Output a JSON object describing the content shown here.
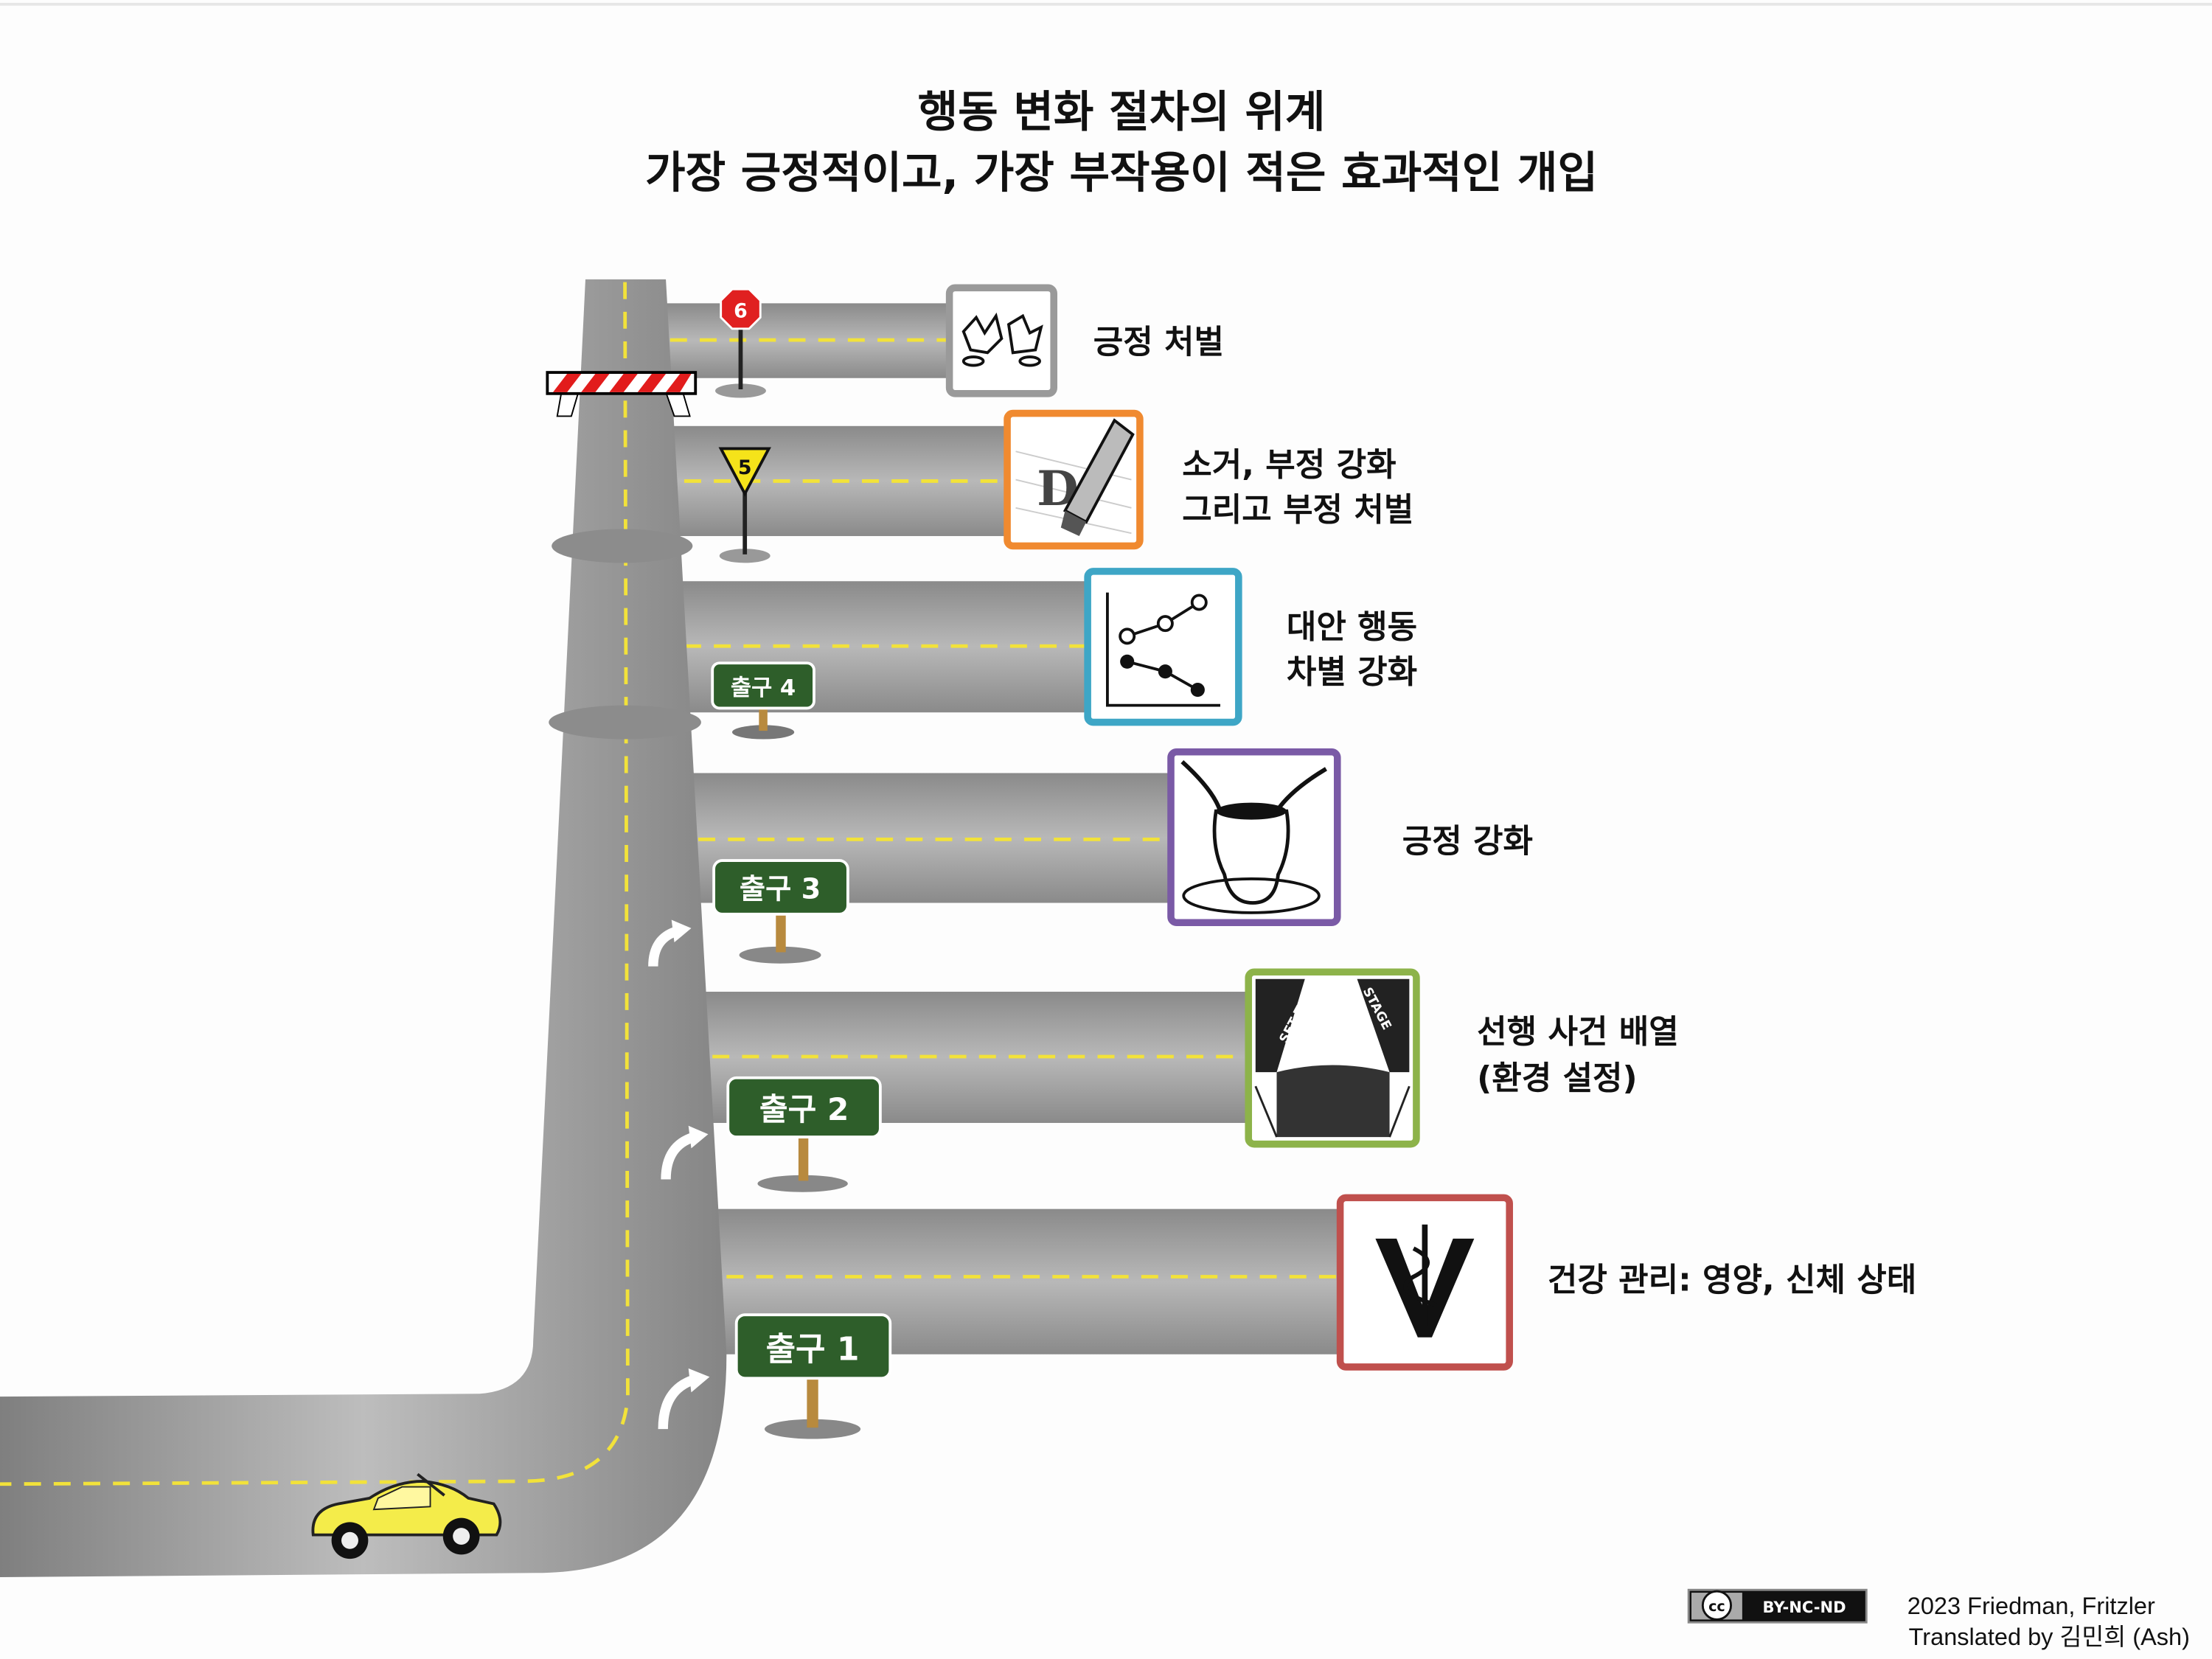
{
  "title": {
    "line1": "행동 변화 절차의 위계",
    "line2": "가장 긍정적이고, 가장 부작용이 적은 효과적인 개입"
  },
  "levels": [
    {
      "number": "6",
      "lines": [
        "긍정 처벌"
      ],
      "color": "#9a9a9a"
    },
    {
      "number": "5",
      "lines": [
        "소거, 부정 강화",
        "그리고 부정 처벌"
      ],
      "color": "#f08a30"
    },
    {
      "exit": "출구 4",
      "lines": [
        "대안 행동",
        "차별 강화"
      ],
      "color": "#3ea6c6"
    },
    {
      "exit": "출구 3",
      "lines": [
        "긍정 강화"
      ],
      "color": "#7a5aa6"
    },
    {
      "exit": "출구 2",
      "lines": [
        "선행 사건 배열",
        "(환경 설정)"
      ],
      "color": "#8db34a",
      "icon_text": [
        "SET THE",
        "STAGE"
      ]
    },
    {
      "exit": "출구 1",
      "lines": [
        "건강 관리: 영양, 신체 상태"
      ],
      "color": "#c0504d"
    }
  ],
  "footer": {
    "license": "BY-NC-ND",
    "license_cc": "cc",
    "credit": "2023 Friedman, Fritzler",
    "translator": "Translated by 김민희 (Ash)"
  }
}
